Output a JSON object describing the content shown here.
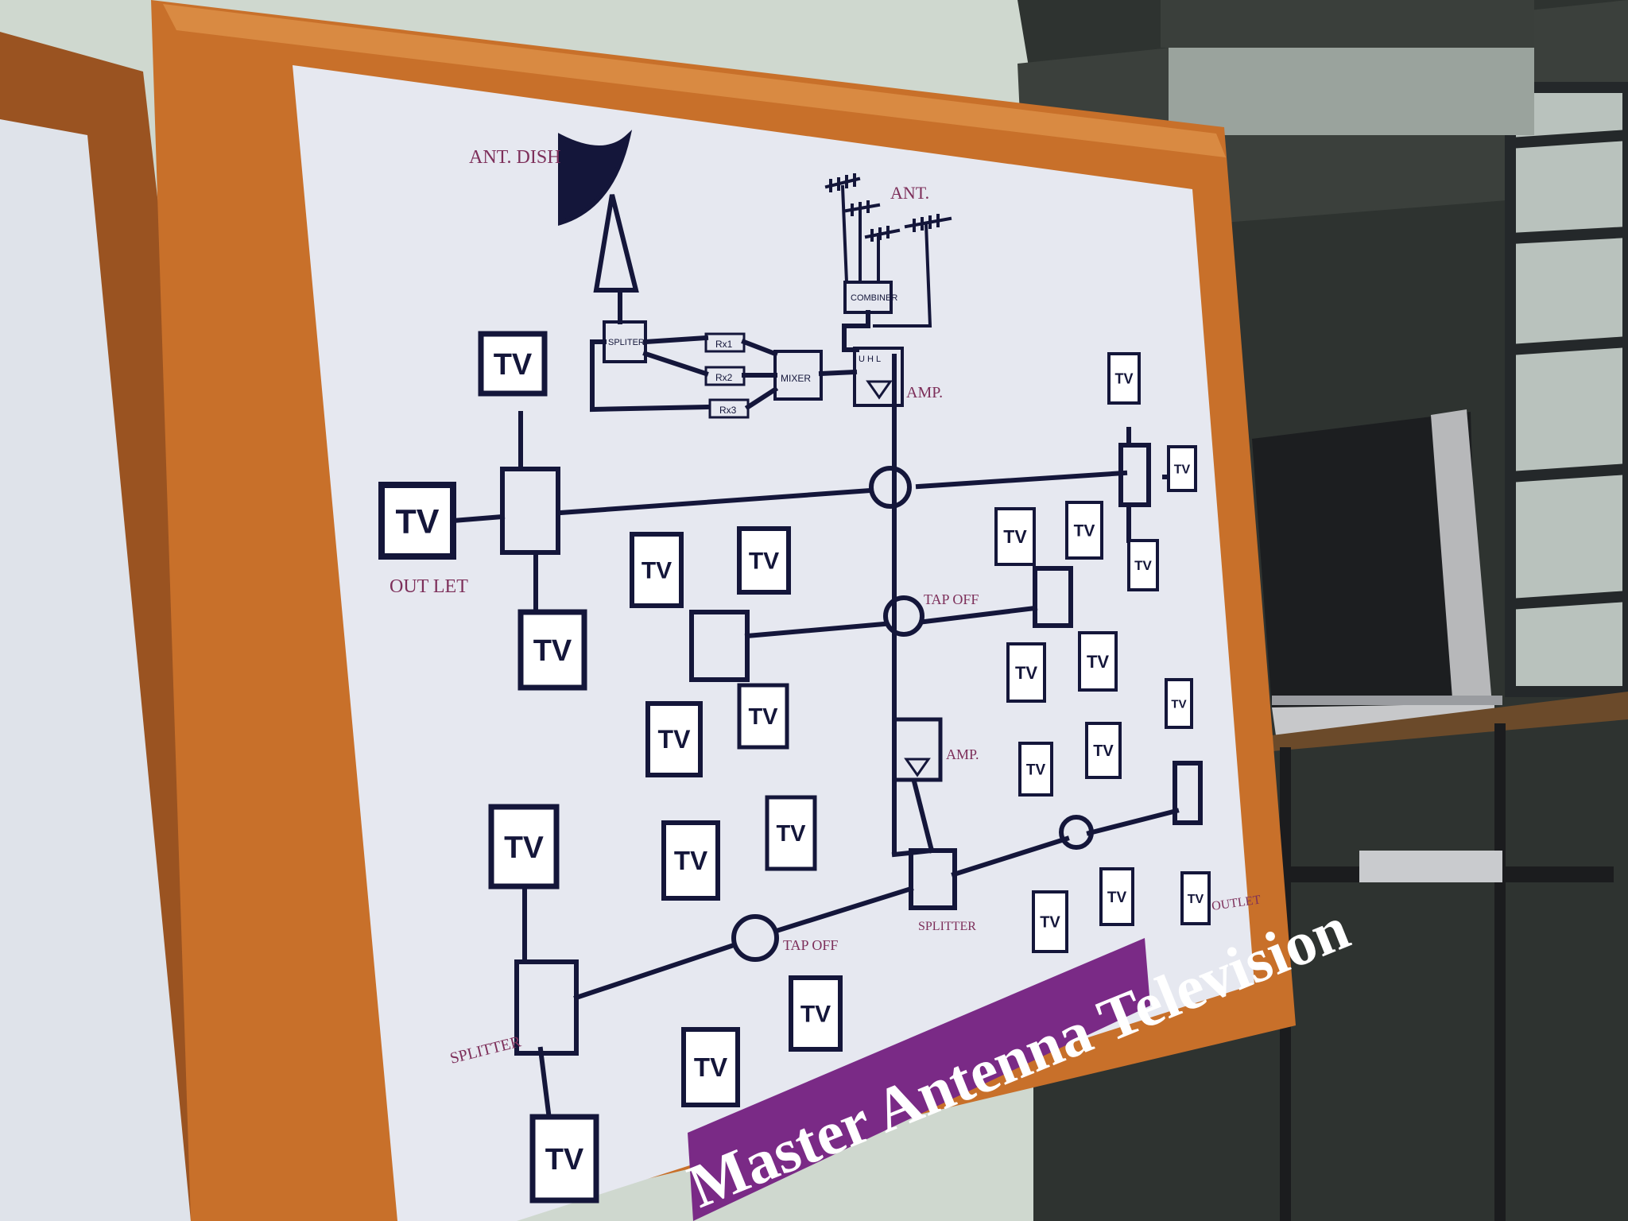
{
  "board": {
    "title": "Master Antenna Television",
    "labels": {
      "ant_dish": "ANT. DISH",
      "ant": "ANT.",
      "combiner": "COMBINER",
      "spliter": "SPLITER",
      "mixer": "MIXER",
      "rx1": "Rx1",
      "rx2": "Rx2",
      "rx3": "Rx3",
      "uhl": "U H L",
      "amp_top": "AMP.",
      "amp_mid": "AMP.",
      "tap_off_mid": "TAP OFF",
      "tap_off_bottom": "TAP OFF",
      "splitter_center": "SPLITTER",
      "splitter_left": "SPLITTER",
      "outlet_left": "OUT LET",
      "outlet_right": "OUTLET"
    },
    "tv_label": "TV",
    "tv_outlets": [
      {
        "id": "tv-1",
        "text": "TV"
      },
      {
        "id": "tv-2",
        "text": "TV"
      },
      {
        "id": "tv-3",
        "text": "TV"
      },
      {
        "id": "tv-4",
        "text": "TV"
      },
      {
        "id": "tv-5",
        "text": "TV"
      },
      {
        "id": "tv-6",
        "text": "TV"
      },
      {
        "id": "tv-7",
        "text": "TV"
      },
      {
        "id": "tv-8",
        "text": "TV"
      },
      {
        "id": "tv-9",
        "text": "TV"
      },
      {
        "id": "tv-10",
        "text": "TV"
      },
      {
        "id": "tv-11",
        "text": "TV"
      },
      {
        "id": "tv-12",
        "text": "TV"
      },
      {
        "id": "tv-13",
        "text": "TV"
      },
      {
        "id": "tv-14",
        "text": "TV"
      },
      {
        "id": "tv-15",
        "text": "TV"
      },
      {
        "id": "tv-16",
        "text": "TV"
      },
      {
        "id": "tv-17",
        "text": "TV"
      },
      {
        "id": "tv-18",
        "text": "TV"
      },
      {
        "id": "tv-19",
        "text": "TV"
      },
      {
        "id": "tv-20",
        "text": "TV"
      },
      {
        "id": "tv-21",
        "text": "TV"
      },
      {
        "id": "tv-22",
        "text": "TV"
      },
      {
        "id": "tv-23",
        "text": "TV"
      },
      {
        "id": "tv-24",
        "text": "TV"
      },
      {
        "id": "tv-25",
        "text": "TV"
      },
      {
        "id": "tv-26",
        "text": "TV"
      }
    ]
  },
  "colors": {
    "wood_frame": "#c8702a",
    "board_surface": "#e6e8f0",
    "line": "#14163a",
    "label": "#7d2f5a",
    "title_bg": "#7a2a86",
    "title_text": "#ffffff",
    "wall": "#cfd8cf",
    "room_dark": "#2b2f2c"
  }
}
